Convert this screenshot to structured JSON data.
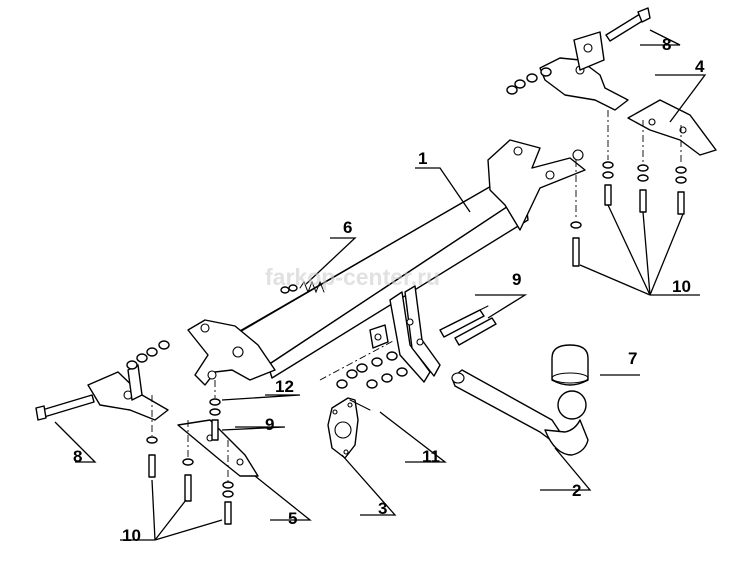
{
  "watermark": "farkop-center.ru",
  "callouts": [
    {
      "id": "c1",
      "text": "1"
    },
    {
      "id": "c2",
      "text": "2"
    },
    {
      "id": "c3",
      "text": "3"
    },
    {
      "id": "c4",
      "text": "4"
    },
    {
      "id": "c5",
      "text": "5"
    },
    {
      "id": "c6",
      "text": "6"
    },
    {
      "id": "c7",
      "text": "7"
    },
    {
      "id": "c8a",
      "text": "8"
    },
    {
      "id": "c8b",
      "text": "8"
    },
    {
      "id": "c9a",
      "text": "9"
    },
    {
      "id": "c9b",
      "text": "9"
    },
    {
      "id": "c10a",
      "text": "10"
    },
    {
      "id": "c10b",
      "text": "10"
    },
    {
      "id": "c11",
      "text": "11"
    },
    {
      "id": "c12",
      "text": "12"
    }
  ]
}
